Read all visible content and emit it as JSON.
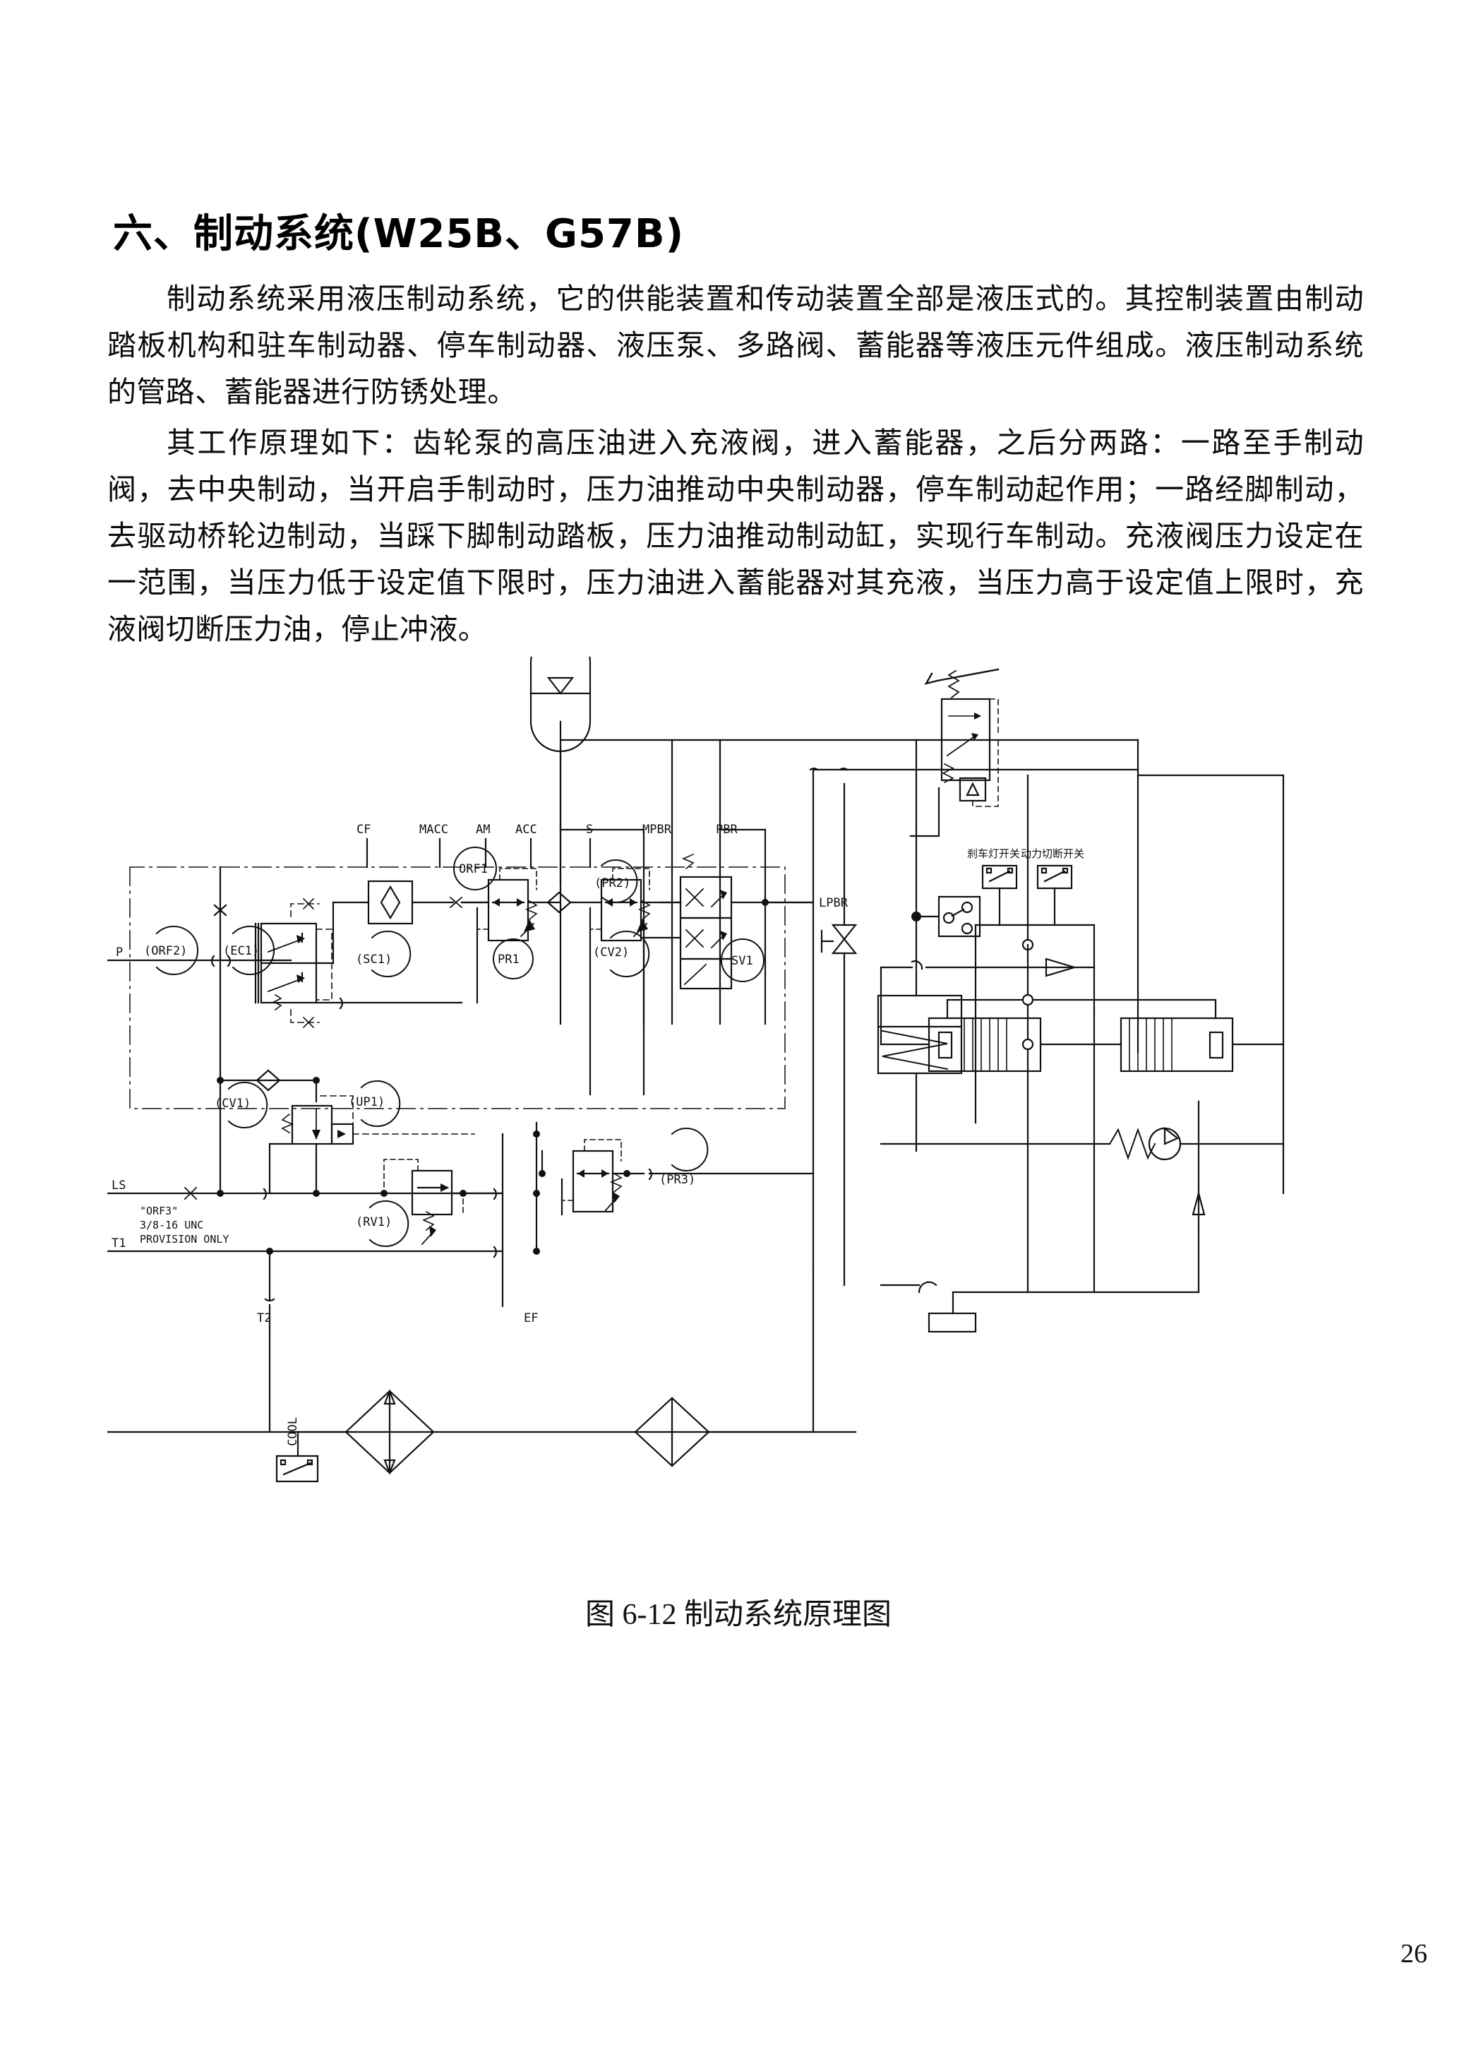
{
  "document": {
    "heading": "六、制动系统(W25B、G57B)",
    "paragraphs": [
      "制动系统采用液压制动系统，它的供能装置和传动装置全部是液压式的。其控制装置由制动踏板机构和驻车制动器、停车制动器、液压泵、多路阀、蓄能器等液压元件组成。液压制动系统的管路、蓄能器进行防锈处理。",
      "其工作原理如下：齿轮泵的高压油进入充液阀，进入蓄能器，之后分两路：一路至手制动阀，去中央制动，当开启手制动时，压力油推动中央制动器，停车制动起作用；一路经脚制动，去驱动桥轮边制动，当踩下脚制动踏板，压力油推动制动缸，实现行车制动。充液阀压力设定在一范围，当压力低于设定值下限时，压力油进入蓄能器对其充液，当压力高于设定值上限时，充液阀切断压力油，停止冲液。"
    ],
    "figure_caption": "图 6-12 制动系统原理图",
    "page_number": "26"
  },
  "figure": {
    "title": "制动系统原理图",
    "port_labels": {
      "cf": "CF",
      "macc": "MACC",
      "am": "AM",
      "acc": "ACC",
      "s": "S",
      "mpbr": "MPBR",
      "pbr": "PBR",
      "lpbr": "LPBR",
      "p": "P",
      "ls": "LS",
      "t1": "T1",
      "t2": "T2",
      "ef": "EF",
      "cool": "COOL"
    },
    "component_labels": {
      "orf1": "ORF1",
      "orf2": "(ORF2)",
      "ec1": "(EC1)",
      "sc1": "(SC1)",
      "pr1": "PR1",
      "pr2": "(PR2)",
      "pr3": "(PR3)",
      "cv1": "(CV1)",
      "cv2": "(CV2)",
      "sv1": "SV1",
      "up1": "(UP1)",
      "rv1": "(RV1)"
    },
    "notes": [
      "\"ORF3\"",
      "3/8-16 UNC",
      "PROVISION ONLY"
    ],
    "switch_labels": {
      "brake_light": "刹车灯开关",
      "power_cut": "动力切断开关"
    },
    "colors": {
      "line": "#111111",
      "dashed": "#333333",
      "paper": "#ffffff"
    }
  }
}
